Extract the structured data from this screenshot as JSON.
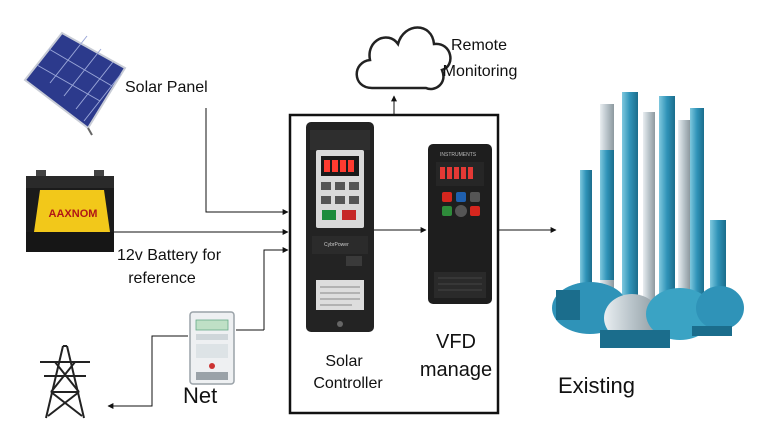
{
  "labels": {
    "solar_panel": "Solar Panel",
    "remote_monitoring_line1": "Remote",
    "remote_monitoring_line2": "Monitoring",
    "battery_line1": "12v Battery for",
    "battery_line2": "reference",
    "solar_controller_line1": "Solar",
    "solar_controller_line2": "Controller",
    "vfd_line1": "VFD",
    "vfd_line2": "manage",
    "net": "Net",
    "existing": "Existing"
  },
  "device_text": {
    "battery_brand": "AAXNOM",
    "controller_brand": "CybrPower",
    "vfd_brand": "INSTRUMENTS"
  },
  "colors": {
    "panel_blue": "#2c3a8c",
    "battery_yellow": "#f2c81a",
    "pump_teal": "#3aa3c4",
    "vfd_red": "#d6261e",
    "vfd_green": "#2e8b3a",
    "vfd_blue": "#1f5fae"
  }
}
